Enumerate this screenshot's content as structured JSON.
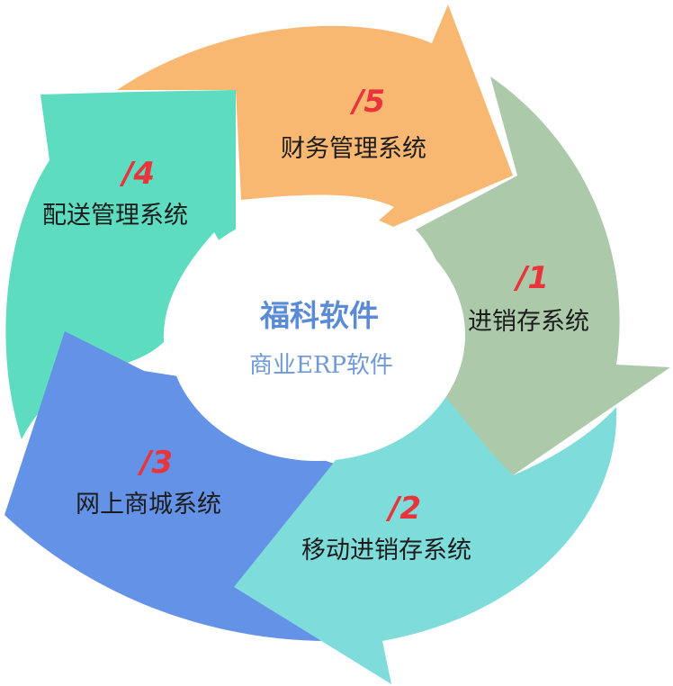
{
  "center": {
    "title": "福科软件",
    "subtitle": "商业ERP软件"
  },
  "segments": [
    {
      "number": "/1",
      "label": "进销存系统",
      "color": "#acc9aa"
    },
    {
      "number": "/2",
      "label": "移动进销存系统",
      "color": "#7edcda"
    },
    {
      "number": "/3",
      "label": "网上商城系统",
      "color": "#6392e6"
    },
    {
      "number": "/4",
      "label": "配送管理系统",
      "color": "#5ddcbf"
    },
    {
      "number": "/5",
      "label": "财务管理系统",
      "color": "#f8b872"
    }
  ]
}
